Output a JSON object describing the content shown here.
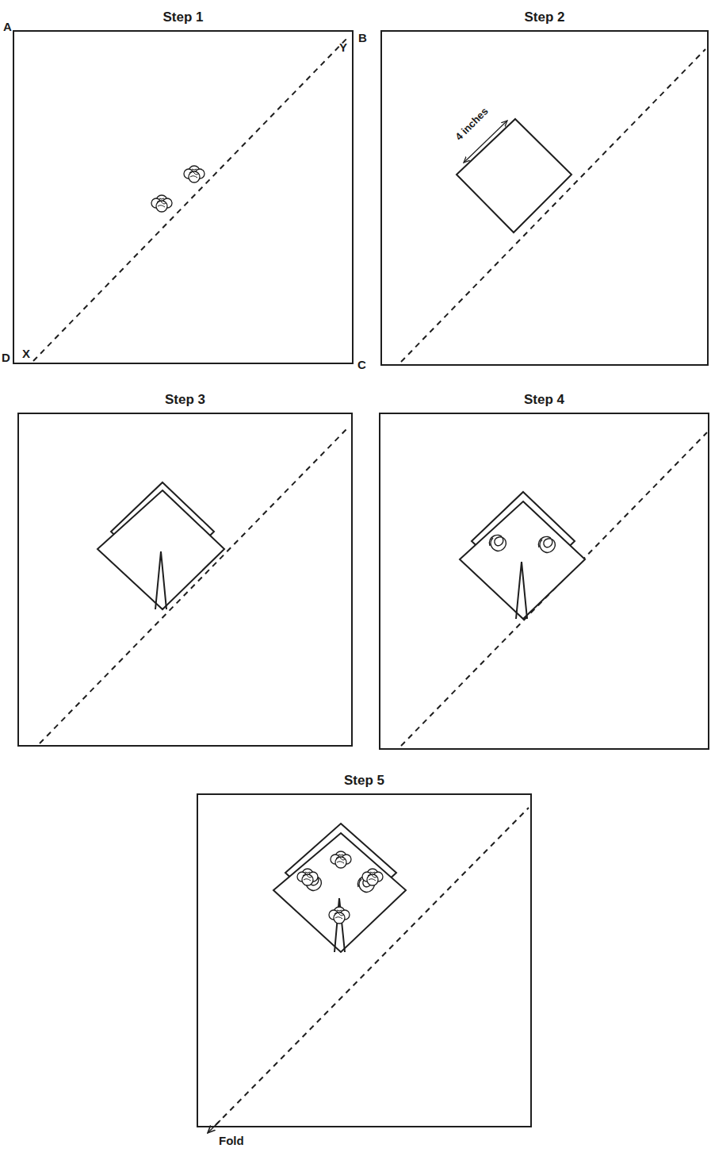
{
  "diagram": {
    "nodes": [
      {
        "text": [
          "Step 1"
        ]
      },
      {
        "text": [
          "Step 2"
        ]
      },
      {
        "text": [
          "Step 3"
        ]
      },
      {
        "text": [
          "Step 4"
        ]
      },
      {
        "text": [
          "Step 5"
        ]
      }
    ],
    "labels": [
      "A",
      "B",
      "C",
      "D",
      "X",
      "Y",
      "4 inches",
      "Fold"
    ]
  }
}
